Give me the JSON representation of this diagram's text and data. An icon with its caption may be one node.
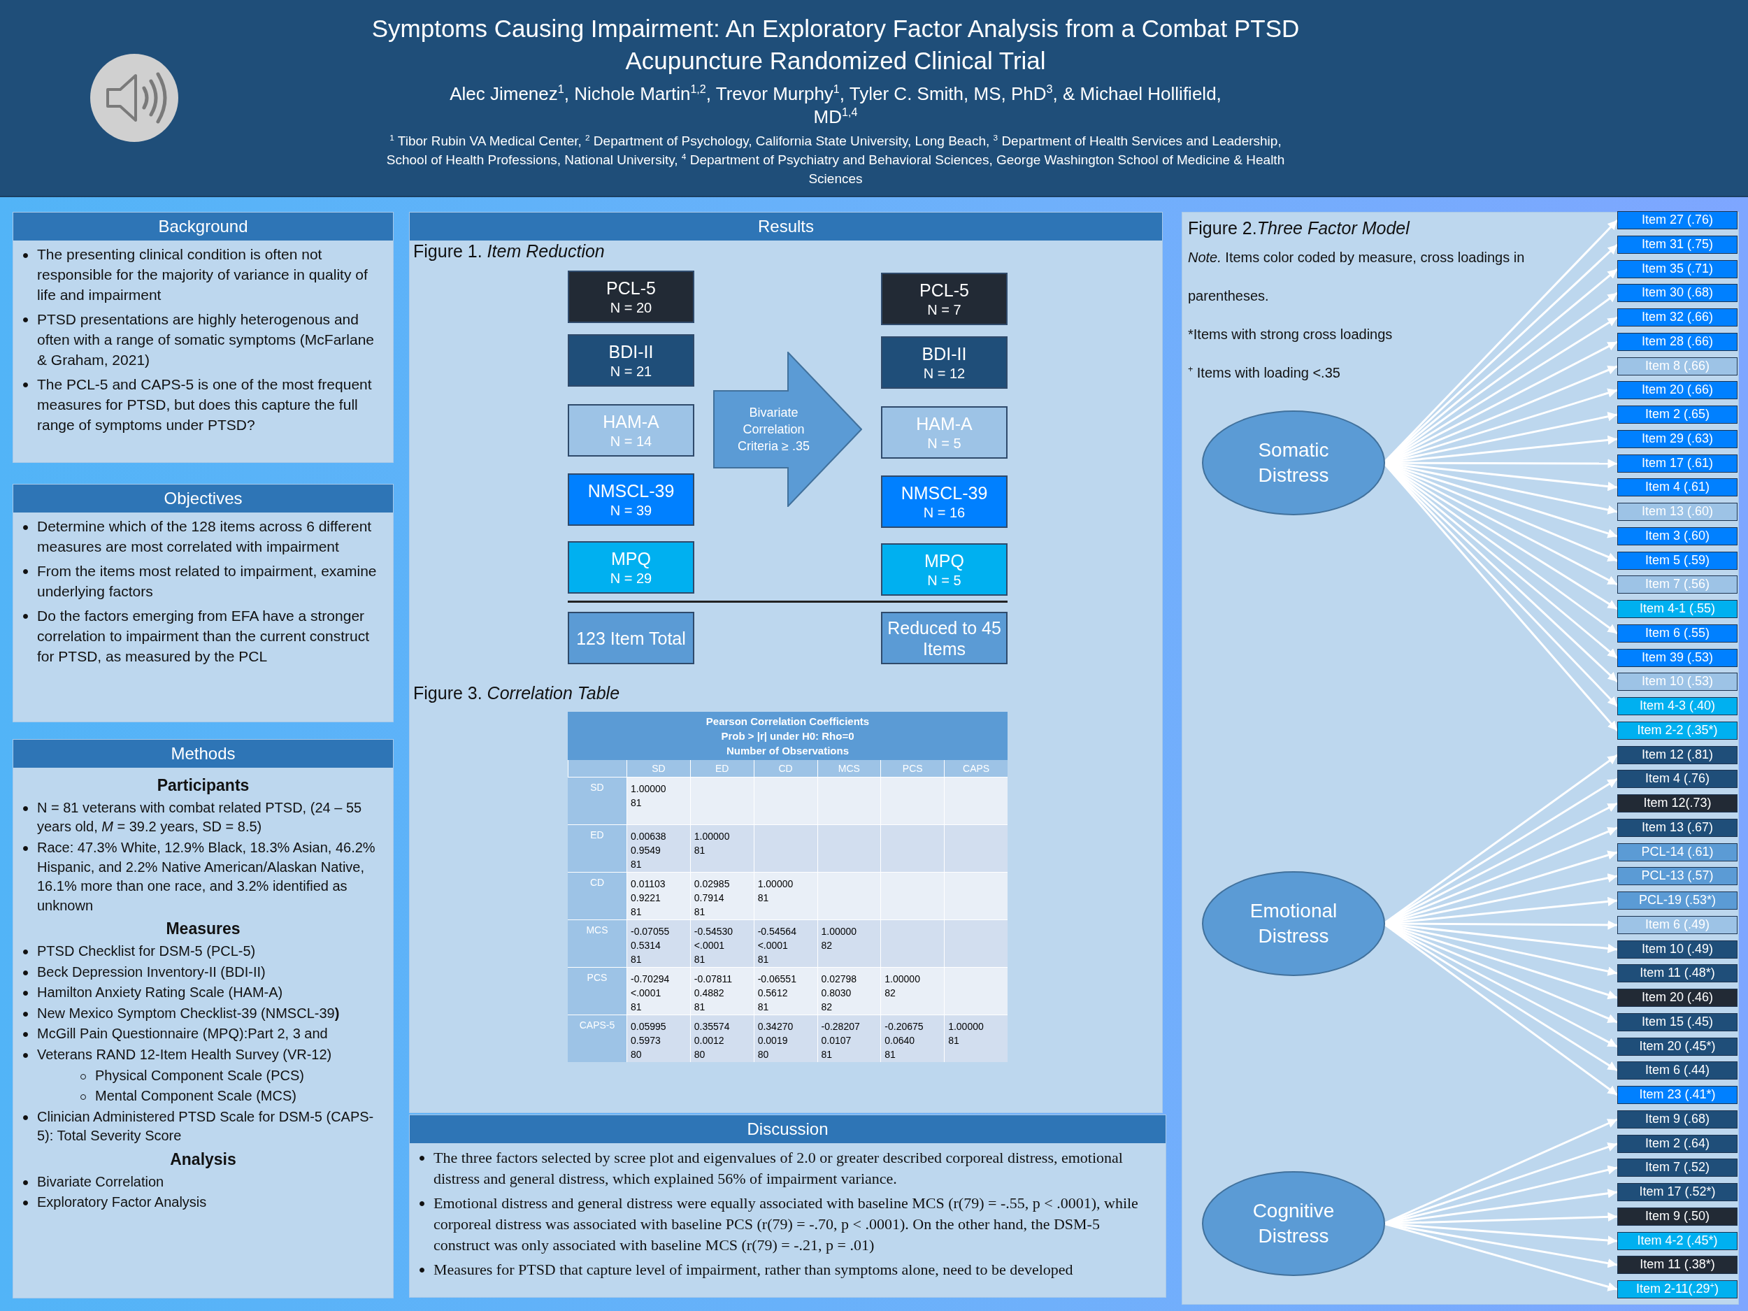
{
  "diagram": {
    "title": "Symptoms Causing Impairment: An Exploratory Factor Analysis from a Combat PTSD Acupuncture Randomized Clinical Trial",
    "nodes": [
      {
        "text": [
          "Background",
          "The presenting clinical condition is often not responsible for the majority of variance in quality of life and impairment",
          "PTSD presentations are highly heterogenous and often with a range of somatic symptoms (McFarlane & Graham, 2021)",
          "The PCL-5 and CAPS-5 is one of the most frequent measures for PTSD, but does this capture the full range of symptoms under PTSD?"
        ]
      },
      {
        "text": [
          "Objectives",
          "Determine which of the 128 items across 6 different measures are most correlated with impairment",
          "From the items most related to impairment, examine underlying factors",
          "Do the factors emerging from EFA have a stronger correlation to impairment than the current construct for PTSD, as measured by the PCL"
        ]
      },
      {
        "text": [
          "Methods",
          "Participants",
          "N = 81 veterans with combat related PTSD, (24 – 55 years old, *M* = 39.2 years, SD = 8.5)",
          "Race: 47.3% White, 12.9% Black, 18.3% Asian, 46.2% Hispanic, and 2.2% Native American/Alaskan Native, 16.1% more than one race, and 3.2% identified as unknown",
          "Measures",
          "PTSD Checklist for DSM-5 (PCL-5)",
          "Beck Depression Inventory-II (BDI-II)",
          "Hamilton Anxiety Rating Scale (HAM-A)",
          "New Mexico Symptom Checklist-39 (NMSCL-39**)**",
          "McGill Pain Questionnaire (MPQ):Part 2, 3 and",
          "Veterans RAND 12-Item Health Survey (VR-12)",
          "Physical Component Scale (PCS)",
          "Mental Component Scale (MCS)",
          "Clinician Administered PTSD Scale for DSM-5 (CAPS-5): Total Severity Score",
          "Analysis",
          "Bivariate Correlation",
          "Exploratory Factor Analysis"
        ]
      },
      {
        "text": [
          "Results"
        ]
      },
      {
        "text": [
          "PCL-5",
          "N = 20"
        ],
        "in": 3
      },
      {
        "text": [
          "BDI-II",
          "N = 21"
        ],
        "in": 3
      },
      {
        "text": [
          "HAM-A",
          "N = 14"
        ],
        "in": 3
      },
      {
        "text": [
          "NMSCL-39",
          "N = 39"
        ],
        "in": 3
      },
      {
        "text": [
          "MPQ",
          "N = 29"
        ],
        "in": 3
      },
      {
        "text": [
          "123 Item Total"
        ],
        "in": 3
      },
      {
        "text": [
          "Bivariate Correlation Criteria ≥ .35"
        ],
        "in": 3
      },
      {
        "text": [
          "PCL-5",
          "N = 7"
        ],
        "in": 3
      },
      {
        "text": [
          "BDI-II",
          "N = 12"
        ],
        "in": 3
      },
      {
        "text": [
          "HAM-A",
          "N = 5"
        ],
        "in": 3
      },
      {
        "text": [
          "NMSCL-39",
          "N = 16"
        ],
        "in": 3
      },
      {
        "text": [
          "MPQ",
          "N = 5"
        ],
        "in": 3
      },
      {
        "text": [
          "Reduced to 45 Items"
        ],
        "in": 3
      },
      {
        "text": [
          "Discussion",
          "The three factors selected by scree plot and eigenvalues of 2.0 or greater described corporeal distress, emotional distress and general distress, which explained 56% of impairment variance.",
          "Emotional distress and general distress were equally associated with baseline MCS (r(79) = -.55, p < .0001), while corporeal distress was associated with baseline PCS (r(79) = -.70, p < .0001). On the other hand, the DSM-5 construct was only associated with baseline MCS (r(79) = -.21, p = .01)",
          "Measures for PTSD that capture level of impairment, rather than symptoms alone, need to be developed"
        ]
      },
      {
        "text": [
          "Figure 2.*Three Factor Model*",
          "*Note.* Items color coded by measure, cross loadings in parentheses.",
          "*Items with strong cross loadings",
          "$^{+}$ Items with loading <.35"
        ]
      },
      {
        "text": [
          "Somatic Distress"
        ],
        "in": 18
      },
      {
        "text": [
          "Emotional Distress"
        ],
        "in": 18
      },
      {
        "text": [
          "Cognitive Distress"
        ],
        "in": 18
      },
      {
        "text": [
          "Item 27 (.76)"
        ],
        "in": 18
      },
      {
        "text": [
          "Item 31 (.75)"
        ],
        "in": 18
      },
      {
        "text": [
          "Item 35 (.71)"
        ],
        "in": 18
      },
      {
        "text": [
          "Item 30 (.68)"
        ],
        "in": 18
      },
      {
        "text": [
          "Item 32 (.66)"
        ],
        "in": 18
      },
      {
        "text": [
          "Item 28 (.66)"
        ],
        "in": 18
      },
      {
        "text": [
          "Item 8 (.66)"
        ],
        "in": 18
      },
      {
        "text": [
          "Item 20 (.66)"
        ],
        "in": 18
      },
      {
        "text": [
          "Item 2 (.65)"
        ],
        "in": 18
      },
      {
        "text": [
          "Item 29 (.63)"
        ],
        "in": 18
      },
      {
        "text": [
          "Item 17 (.61)"
        ],
        "in": 18
      },
      {
        "text": [
          "Item 4 (.61)"
        ],
        "in": 18
      },
      {
        "text": [
          "Item 13 (.60)"
        ],
        "in": 18
      },
      {
        "text": [
          "Item 3 (.60)"
        ],
        "in": 18
      },
      {
        "text": [
          "Item 5 (.59)"
        ],
        "in": 18
      },
      {
        "text": [
          "Item 7 (.56)"
        ],
        "in": 18
      },
      {
        "text": [
          "Item 4-1 (.55)"
        ],
        "in": 18
      },
      {
        "text": [
          "Item 6 (.55)"
        ],
        "in": 18
      },
      {
        "text": [
          "Item 39 (.53)"
        ],
        "in": 18
      },
      {
        "text": [
          "Item 10 (.53)"
        ],
        "in": 18
      },
      {
        "text": [
          "Item 4-3 (.40)"
        ],
        "in": 18
      },
      {
        "text": [
          "Item 2-2 (.35*)"
        ],
        "in": 18
      },
      {
        "text": [
          "Item 12 (.81)"
        ],
        "in": 18
      },
      {
        "text": [
          "Item 4 (.76)"
        ],
        "in": 18
      },
      {
        "text": [
          "Item 12(.73)"
        ],
        "in": 18
      },
      {
        "text": [
          "Item 13 (.67)"
        ],
        "in": 18
      },
      {
        "text": [
          "PCL-14 (.61)"
        ],
        "in": 18
      },
      {
        "text": [
          "PCL-13 (.57)"
        ],
        "in": 18
      },
      {
        "text": [
          "PCL-19 (.53*)"
        ],
        "in": 18
      },
      {
        "text": [
          "Item 6 (.49)"
        ],
        "in": 18
      },
      {
        "text": [
          "Item 10 (.49)"
        ],
        "in": 18
      },
      {
        "text": [
          "Item 11 (.48*)"
        ],
        "in": 18
      },
      {
        "text": [
          "Item 20 (.46)"
        ],
        "in": 18
      },
      {
        "text": [
          "Item 15 (.45)"
        ],
        "in": 18
      },
      {
        "text": [
          "Item 20 (.45*)"
        ],
        "in": 18
      },
      {
        "text": [
          "Item 6 (.44)"
        ],
        "in": 18
      },
      {
        "text": [
          "Item 23 (.41*)"
        ],
        "in": 18
      },
      {
        "text": [
          "Item 9 (.68)"
        ],
        "in": 18
      },
      {
        "text": [
          "Item 2 (.64)"
        ],
        "in": 18
      },
      {
        "text": [
          "Item 7 (.52)"
        ],
        "in": 18
      },
      {
        "text": [
          "Item 17 (.52*)"
        ],
        "in": 18
      },
      {
        "text": [
          "Item 9 (.50)"
        ],
        "in": 18
      },
      {
        "text": [
          "Item 4-2 (.45*)"
        ],
        "in": 18
      },
      {
        "text": [
          "Item 11 (.38*)"
        ],
        "in": 18
      },
      {
        "text": [
          "Item 2-11(.29$^{+}$)"
        ],
        "in": 18
      }
    ],
    "edges": [
      {
        "from": 19,
        "to": 22,
        "arrow": "to"
      },
      {
        "from": 19,
        "to": 23,
        "arrow": "to"
      },
      {
        "from": 19,
        "to": 24,
        "arrow": "to"
      },
      {
        "from": 19,
        "to": 25,
        "arrow": "to"
      },
      {
        "from": 19,
        "to": 26,
        "arrow": "to"
      },
      {
        "from": 19,
        "to": 27,
        "arrow": "to"
      },
      {
        "from": 19,
        "to": 28,
        "arrow": "to"
      },
      {
        "from": 19,
        "to": 29,
        "arrow": "to"
      },
      {
        "from": 19,
        "to": 30,
        "arrow": "to"
      },
      {
        "from": 19,
        "to": 31,
        "arrow": "to"
      },
      {
        "from": 19,
        "to": 32,
        "arrow": "to"
      },
      {
        "from": 19,
        "to": 33,
        "arrow": "to"
      },
      {
        "from": 19,
        "to": 34,
        "arrow": "to"
      },
      {
        "from": 19,
        "to": 35,
        "arrow": "to"
      },
      {
        "from": 19,
        "to": 36,
        "arrow": "to"
      },
      {
        "from": 19,
        "to": 37,
        "arrow": "to"
      },
      {
        "from": 19,
        "to": 38,
        "arrow": "to"
      },
      {
        "from": 19,
        "to": 39,
        "arrow": "to"
      },
      {
        "from": 19,
        "to": 40,
        "arrow": "to"
      },
      {
        "from": 19,
        "to": 41,
        "arrow": "to"
      },
      {
        "from": 19,
        "to": 42,
        "arrow": "to"
      },
      {
        "from": 19,
        "to": 43,
        "arrow": "to"
      },
      {
        "from": 20,
        "to": 44,
        "arrow": "to"
      },
      {
        "from": 20,
        "to": 45,
        "arrow": "to"
      },
      {
        "from": 20,
        "to": 46,
        "arrow": "to"
      },
      {
        "from": 20,
        "to": 47,
        "arrow": "to"
      },
      {
        "from": 20,
        "to": 48,
        "arrow": "to"
      },
      {
        "from": 20,
        "to": 49,
        "arrow": "to"
      },
      {
        "from": 20,
        "to": 50,
        "arrow": "to"
      },
      {
        "from": 20,
        "to": 51,
        "arrow": "to"
      },
      {
        "from": 20,
        "to": 52,
        "arrow": "to"
      },
      {
        "from": 20,
        "to": 53,
        "arrow": "to"
      },
      {
        "from": 20,
        "to": 54,
        "arrow": "to"
      },
      {
        "from": 20,
        "to": 55,
        "arrow": "to"
      },
      {
        "from": 20,
        "to": 56,
        "arrow": "to"
      },
      {
        "from": 20,
        "to": 57,
        "arrow": "to"
      },
      {
        "from": 20,
        "to": 58,
        "arrow": "to"
      },
      {
        "from": 21,
        "to": 59,
        "arrow": "to"
      },
      {
        "from": 21,
        "to": 60,
        "arrow": "to"
      },
      {
        "from": 21,
        "to": 61,
        "arrow": "to"
      },
      {
        "from": 21,
        "to": 62,
        "arrow": "to"
      },
      {
        "from": 21,
        "to": 63,
        "arrow": "to"
      },
      {
        "from": 21,
        "to": 64,
        "arrow": "to"
      },
      {
        "from": 21,
        "to": 65,
        "arrow": "to"
      },
      {
        "from": 21,
        "to": 66,
        "arrow": "to"
      }
    ],
    "labels": [
      "Alec Jimenez$^{1}$, Nichole Martin$^{1,2}$, Trevor Murphy$^{1}$, Tyler C. Smith, MS, PhD$^{3}$, & Michael Hollifield, MD$^{1,4}$",
      "$^{1}$ Tibor Rubin VA Medical Center, $^{2}$ Department of Psychology, California State University, Long Beach, $^{3}$ Department of Health Services and Leadership, School of Health Professions, National University, $^{4}$ Department of Psychiatry and Behavioral Sciences, George Washington School of Medicine & Health Sciences",
      "Figure 1. *Item Reduction*",
      "Figure 3. *Correlation Table*",
      "Pearson Correlation Coefficients",
      "Prob > |r| under H0: Rho=0",
      "Number of Observations",
      "SD",
      "ED",
      "CD",
      "MCS",
      "PCS",
      "CAPS",
      "SD",
      "1.00000 81",
      "ED",
      "0.00638 0.9549 81",
      "1.00000 81",
      "CD",
      "0.01103 0.9221 81",
      "0.02985 0.7914 81",
      "1.00000 81",
      "MCS",
      "-0.07055 0.5314 81",
      "-0.54530 <.0001 81",
      "-0.54564 <.0001 81",
      "1.00000 82",
      "PCS",
      "-0.70294 <.0001 81",
      "-0.07811 0.4882 81",
      "-0.06551 0.5612 81",
      "0.02798 0.8030 82",
      "1.00000 82",
      "CAPS-5",
      "0.05995 0.5973 80",
      "0.35574 0.0012 80",
      "0.34270 0.0019 80",
      "-0.28207 0.0107 81",
      "-0.20675 0.0640 81",
      "1.00000 81"
    ]
  }
}
